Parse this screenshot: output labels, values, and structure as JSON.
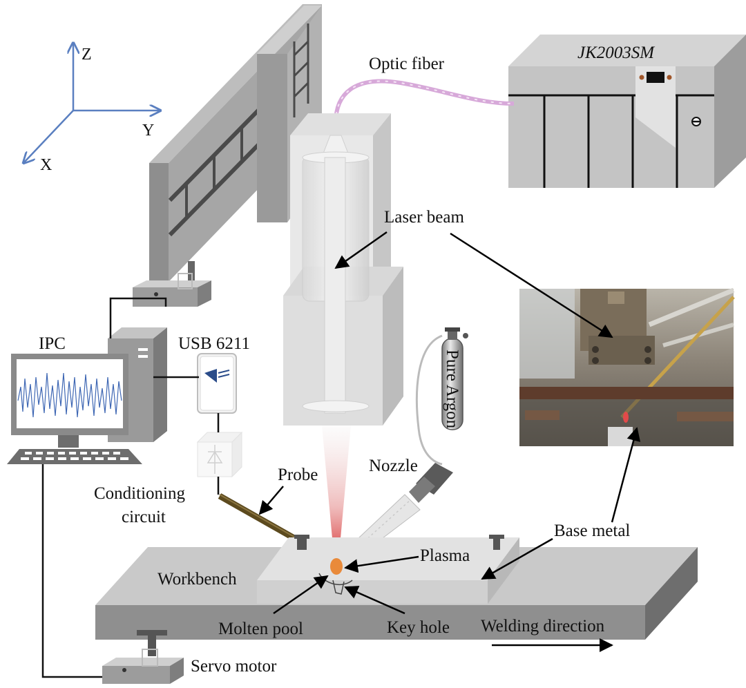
{
  "axes": {
    "z": "Z",
    "y": "Y",
    "x": "X"
  },
  "labels": {
    "optic_fiber": "Optic fiber",
    "laser_model": "JK2003SM",
    "laser_beam": "Laser beam",
    "ipc": "IPC",
    "usb": "USB 6211",
    "pure_argon": "Pure Argon",
    "nozzle": "Nozzle",
    "probe": "Probe",
    "conditioning_1": "Conditioning",
    "conditioning_2": "circuit",
    "plasma": "Plasma",
    "base_metal": "Base metal",
    "workbench": "Workbench",
    "molten_pool": "Molten pool",
    "key_hole": "Key hole",
    "welding_direction": "Welding direction",
    "servo_motor": "Servo motor"
  },
  "colors": {
    "axis": "#5a7fc0",
    "fiber": "#d7a9d9",
    "beam": "#d62b2b",
    "plasma": "#e98a3a",
    "probe": "#5c4a1e",
    "gray_front": "#8f8f8f",
    "gray_top": "#c9c9c9",
    "gray_side": "#a9a9a9"
  },
  "icons": [
    "ni-daq-device-icon",
    "diode-icon",
    "gas-cylinder-icon",
    "monitor-icon",
    "keyboard-icon",
    "photo-inset"
  ]
}
